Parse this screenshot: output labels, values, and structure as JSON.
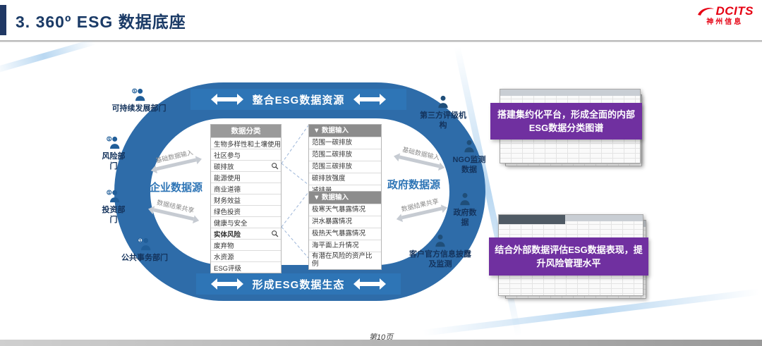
{
  "header": {
    "title": "3.  360º ESG 数据底座",
    "logo_brand": "DCITS",
    "logo_sub": "神州信息"
  },
  "ring": {
    "top_banner": "整合ESG数据资源",
    "bottom_banner": "形成ESG数据生态",
    "enterprise_source": "企业数据源",
    "government_source": "政府数据源",
    "flow_labels": {
      "left_in": "基础数据输入",
      "left_share": "数据结果共享",
      "right_in": "基础数据输入",
      "right_share": "数据结果共享"
    },
    "left_nodes": [
      "可持续发展部门",
      "风险部门",
      "投资部门",
      "公共事务部门"
    ],
    "right_nodes": [
      "第三方评级机构",
      "NGO监测数据",
      "政府数据",
      "客户官方信息披露及监测"
    ]
  },
  "table": {
    "category_header": "数据分类",
    "categories": [
      "生物多样性和土壤使用",
      "社区参与",
      "碳排放",
      "能源使用",
      "商业道德",
      "财务效益",
      "绿色投资",
      "健康与安全",
      "实体风险",
      "废弃物",
      "水资源",
      "ESG评级"
    ],
    "input_box1": {
      "header": "▼ 数据输入",
      "items": [
        "范围一碳排放",
        "范围二碳排放",
        "范围三碳排放",
        "碳排放强度",
        "减排量"
      ]
    },
    "input_box2": {
      "header": "▼ 数据输入",
      "items": [
        "极寒天气暴露情况",
        "洪水暴露情况",
        "极热天气暴露情况",
        "海平面上升情况",
        "有潜在风险的资产比例"
      ]
    }
  },
  "callouts": [
    {
      "text": "搭建集约化平台，形成全面的内部ESG数据分类图谱"
    },
    {
      "text": "结合外部数据评估ESG数据表现，提升风险管理水平"
    }
  ],
  "footer": {
    "page": "第10页"
  },
  "colors": {
    "navy": "#203864",
    "ring_blue": "#2e6ca9",
    "banner_blue": "#2e75b6",
    "purple": "#7030a0",
    "logo_red": "#e60012"
  }
}
